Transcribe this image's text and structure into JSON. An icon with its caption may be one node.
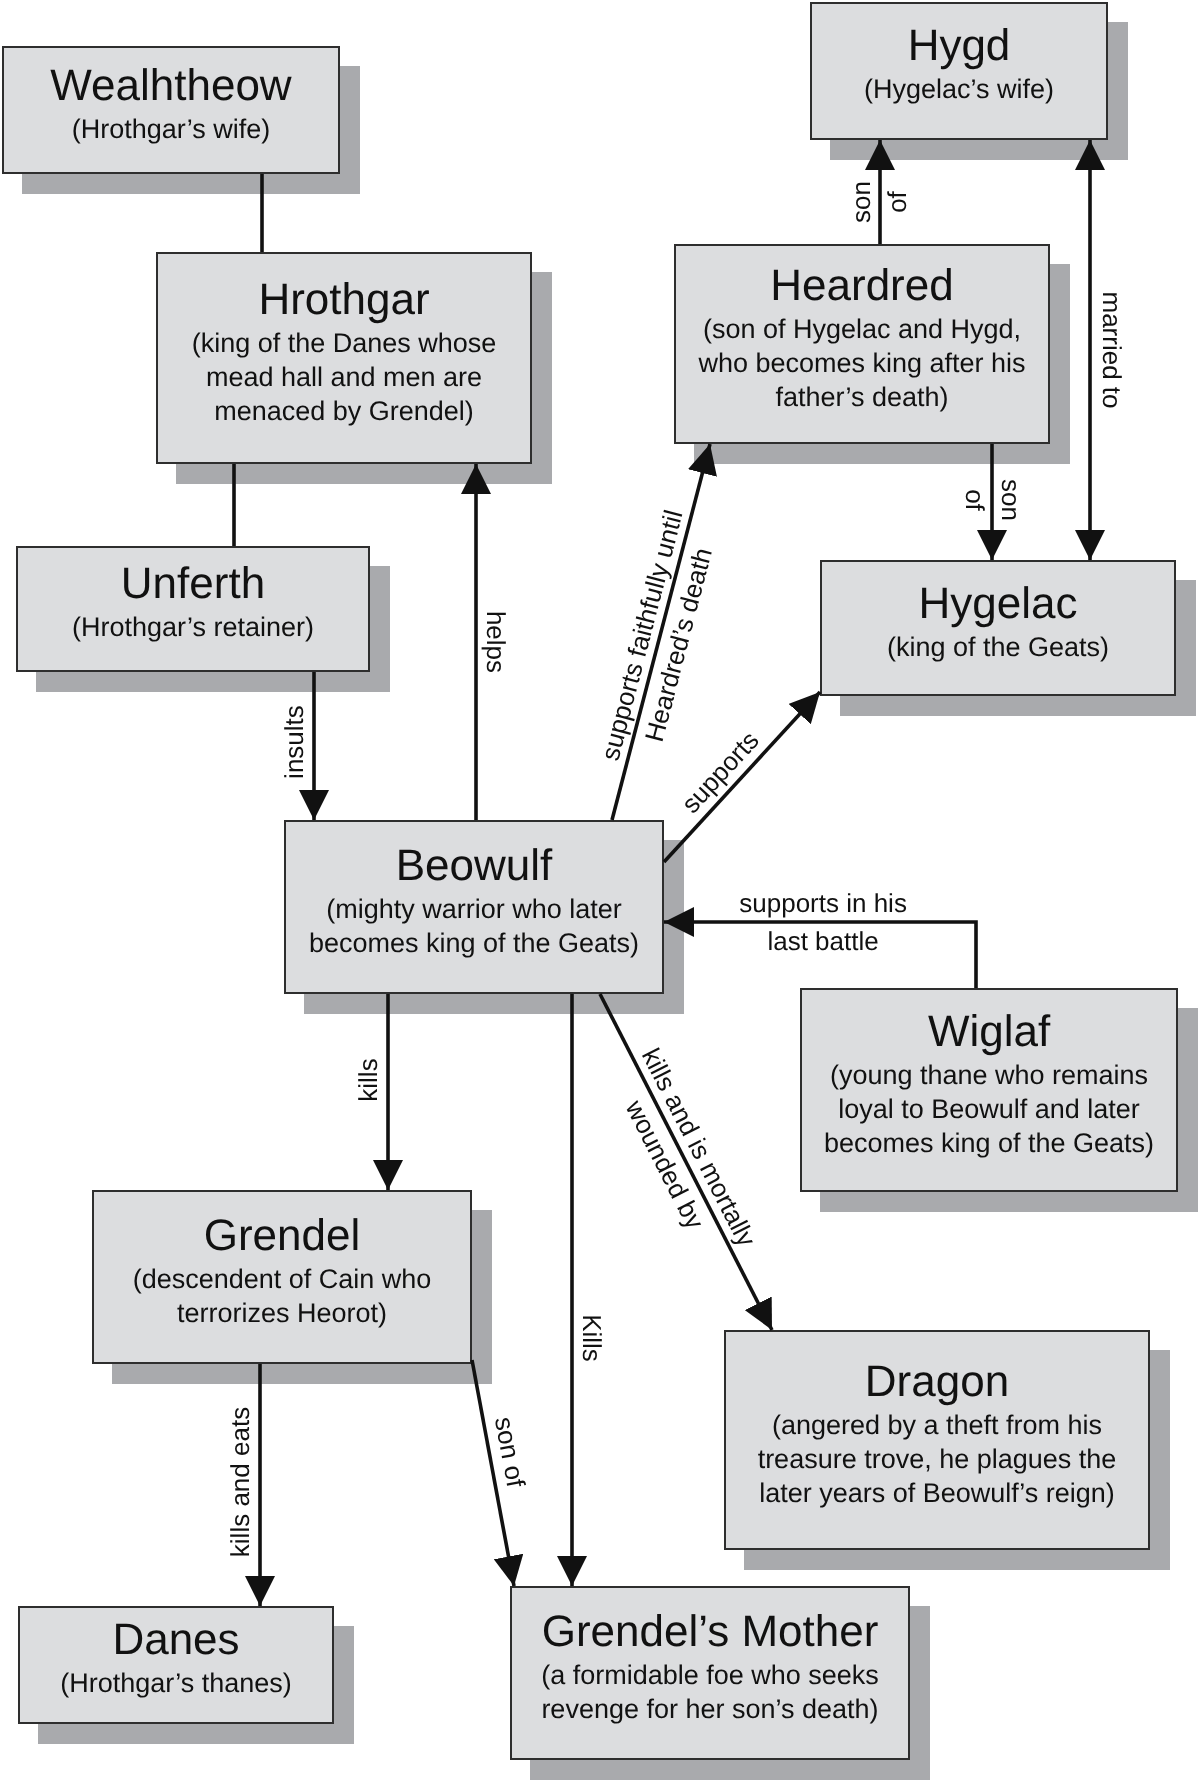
{
  "diagram": {
    "nodes": [
      {
        "text": [
          "Wealhtheow",
          "(Hrothgar’s wife)"
        ]
      },
      {
        "text": [
          "Hygd",
          "(Hygelac’s wife)"
        ]
      },
      {
        "text": [
          "Hrothgar",
          "(king of the Danes whose mead hall and men are menaced by Grendel)"
        ]
      },
      {
        "text": [
          "Heardred",
          "(son of Hygelac and Hygd, who becomes king after his father’s death)"
        ]
      },
      {
        "text": [
          "Unferth",
          "(Hrothgar’s retainer)"
        ]
      },
      {
        "text": [
          "Hygelac",
          "(king of the Geats)"
        ]
      },
      {
        "text": [
          "Beowulf",
          "(mighty warrior who later becomes king of the Geats)"
        ]
      },
      {
        "text": [
          "Wiglaf",
          "(young thane who remains loyal to Beowulf and later becomes king of the Geats)"
        ]
      },
      {
        "text": [
          "Grendel",
          "(descendent of Cain who terrorizes Heorot)"
        ]
      },
      {
        "text": [
          "Dragon",
          "(angered by a theft from his treasure trove, he plagues the later years of Beowulf’s reign)"
        ]
      },
      {
        "text": [
          "Danes",
          "(Hrothgar’s thanes)"
        ]
      },
      {
        "text": [
          "Grendel’s Mother",
          "(a formidable foe who seeks revenge for her son’s death)"
        ]
      }
    ],
    "edges": [
      {
        "from": 0,
        "to": 2,
        "arrow": "none"
      },
      {
        "from": 2,
        "to": 4,
        "arrow": "none"
      },
      {
        "from": 4,
        "to": 6,
        "arrow": "to",
        "label": "insults"
      },
      {
        "from": 6,
        "to": 2,
        "arrow": "to",
        "label": "helps"
      },
      {
        "from": 6,
        "to": 3,
        "arrow": "to",
        "label": "supports faithfully until Heardred’s death"
      },
      {
        "from": 6,
        "to": 5,
        "arrow": "to",
        "label": "supports"
      },
      {
        "from": 3,
        "to": 1,
        "arrow": "to",
        "label": "son of"
      },
      {
        "from": 3,
        "to": 5,
        "arrow": "to",
        "label": "son of"
      },
      {
        "from": 1,
        "to": 5,
        "arrow": "both",
        "label": "married to"
      },
      {
        "from": 7,
        "to": 6,
        "arrow": "to",
        "label": "supports in his last battle"
      },
      {
        "from": 6,
        "to": 8,
        "arrow": "to",
        "label": "kills"
      },
      {
        "from": 6,
        "to": 11,
        "arrow": "to",
        "label": "Kills"
      },
      {
        "from": 6,
        "to": 9,
        "arrow": "to",
        "label": "kills and is mortally wounded by"
      },
      {
        "from": 8,
        "to": 10,
        "arrow": "to",
        "label": "kills and eats"
      },
      {
        "from": 8,
        "to": 11,
        "arrow": "to",
        "label": "son of"
      }
    ]
  }
}
